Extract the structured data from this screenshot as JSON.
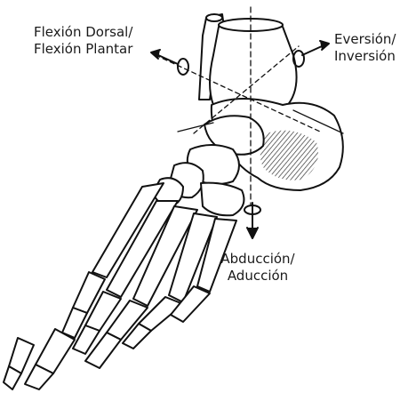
{
  "labels": {
    "flexion": {
      "line1": "Flexión Dorsal/",
      "line2": "Flexión Plantar"
    },
    "eversion": {
      "line1": "Eversión/",
      "line2": "Inversión"
    },
    "abduction": {
      "line1": "Abducción/",
      "line2": "Aducción"
    }
  },
  "colors": {
    "ink": "#111111",
    "background": "#ffffff",
    "hatch": "#333333"
  }
}
